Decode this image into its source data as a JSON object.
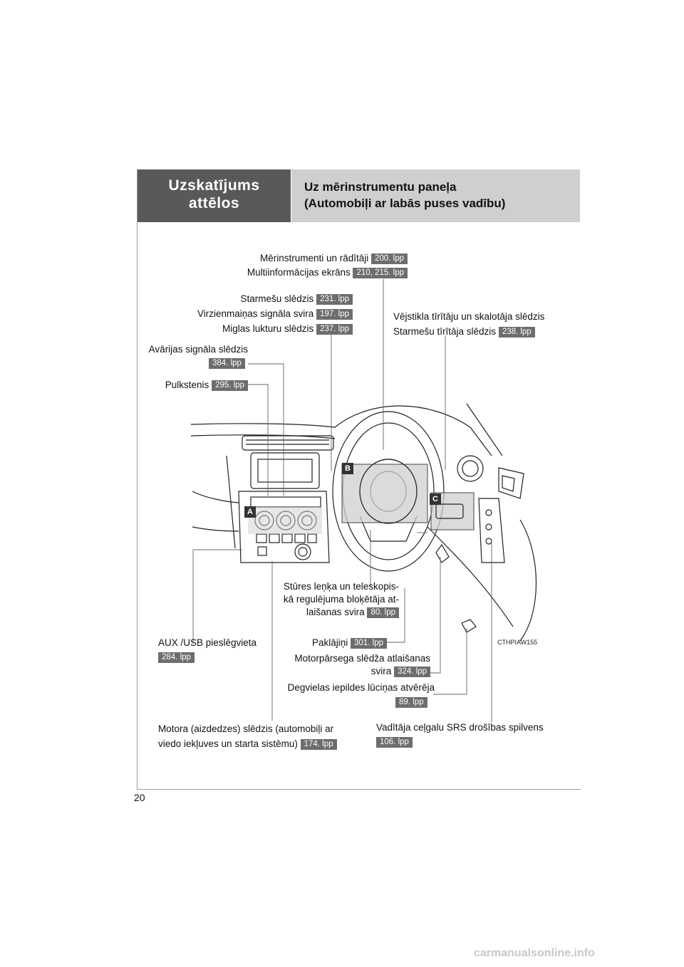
{
  "header": {
    "section_line1": "Uzskatījums",
    "section_line2": "attēlos",
    "title_line1": "Uz mērinstrumentu paneļa",
    "title_line2": "(Automobiļi ar labās puses vadību)"
  },
  "labels": {
    "gauges": "Mērinstrumenti un rādītāji",
    "gauges_page": "200. lpp",
    "multi_info": "Multiinformācijas ekrāns",
    "multi_info_page": "210, 215. lpp",
    "headlight_switch": "Starmešu slēdzis",
    "headlight_switch_page": "231. lpp",
    "turn_signal": "Virzienmaiņas signāla svira",
    "turn_signal_page": "197. lpp",
    "fog_light": "Miglas lukturu slēdzis",
    "fog_light_page": "237. lpp",
    "wiper_switch": "Vējstikla tīrītāju un skalotāja slēdzis",
    "headlight_cleaner": "Starmešu tīrītāja slēdzis",
    "headlight_cleaner_page": "238. lpp",
    "hazard": "Avārijas signāla slēdzis",
    "hazard_page": "384. lpp",
    "clock": "Pulkstenis",
    "clock_page": "295. lpp",
    "tilt_line1": "Stūres leņķa un teleskopis-",
    "tilt_line2": "kā regulējuma bloķētāja at-",
    "tilt_line3": "laišanas svira",
    "tilt_page": "80. lpp",
    "aux_usb": "AUX /USB pieslēgvieta",
    "aux_usb_page": "284. lpp",
    "floor_mats": "Paklājiņi",
    "floor_mats_page": "301. lpp",
    "hood_line1": "Motorpārsega slēdža atlaišanas",
    "hood_line2": "svira",
    "hood_page": "324. lpp",
    "fuel_door": "Degvielas iepildes lūciņas atvērēja",
    "fuel_door_page": "89. lpp",
    "engine_line1": "Motora (aizdedzes) slēdzis (automobiļi ar",
    "engine_line2": "viedo iekļuves un starta sistēmu)",
    "engine_page": "174. lpp",
    "knee_airbag": "Vadītāja ceļgalu SRS drošības spilvens",
    "knee_airbag_page": "106. lpp"
  },
  "markers": {
    "a": "A",
    "b": "B",
    "c": "C"
  },
  "image_code": "CTHPIAW155",
  "page_number": "20",
  "watermark": "carmanualsonline.info"
}
